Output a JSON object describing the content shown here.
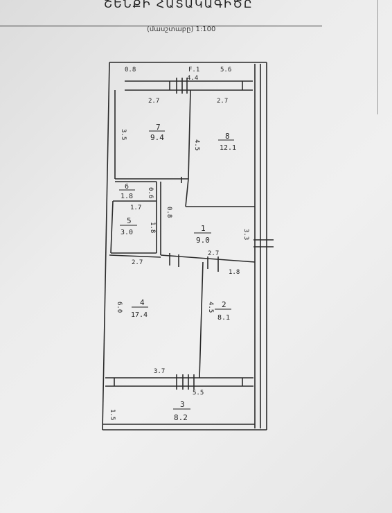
{
  "header": {
    "title": "ՇԵՆՔԻ ՀԱՏԱԿԱԳԻԾԸ",
    "scale": "(մասշտաբը) 1:100"
  },
  "rooms": [
    {
      "id": "room-1",
      "number": "1",
      "area": "9.0"
    },
    {
      "id": "room-2",
      "number": "2",
      "area": "8.1"
    },
    {
      "id": "room-3",
      "number": "3",
      "area": "8.2"
    },
    {
      "id": "room-4",
      "number": "4",
      "area": "17.4"
    },
    {
      "id": "room-5",
      "number": "5",
      "area": "3.0"
    },
    {
      "id": "room-6",
      "number": "6",
      "area": "1.8"
    },
    {
      "id": "room-7",
      "number": "7",
      "area": "9.4"
    },
    {
      "id": "room-8",
      "number": "8",
      "area": "12.1"
    }
  ],
  "dimensions": {
    "top_left": "0.8",
    "top_mid": "F.1",
    "top_mid2": "4.4",
    "top_right": "5.6",
    "room7_width": "2.7",
    "room8_width": "2.7",
    "room7_side": "3.5",
    "room8_side": "4.5",
    "room6_width": "1.7",
    "room6_side": "0.6",
    "room5_width": "1.7",
    "room5_side": "1.8",
    "corridor_side": "0.8",
    "room1_side": "3.3",
    "room1_bottom": "2.7",
    "room1_bottom2": "1.8",
    "room4_top": "2.7",
    "room4_side": "6.0",
    "room2_side": "4.5",
    "room4_bottom": "3.7",
    "balcony_top": "5.5",
    "balcony_side": "1.5"
  }
}
